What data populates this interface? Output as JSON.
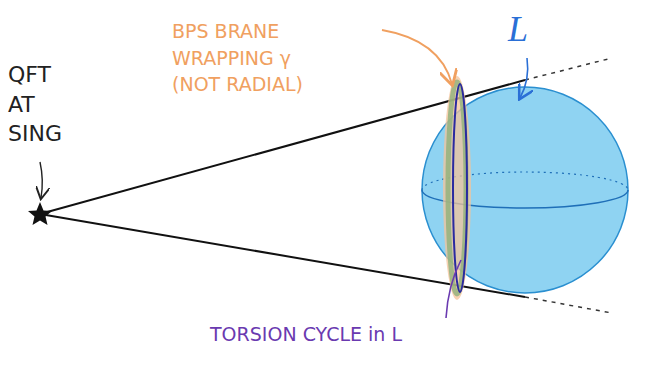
{
  "diagram": {
    "labels": [
      "QFT AT SING",
      "BPS BRANE WRAPPING γ (NOT RADIAL)",
      "L",
      "TORSION CYCLE in L"
    ]
  }
}
